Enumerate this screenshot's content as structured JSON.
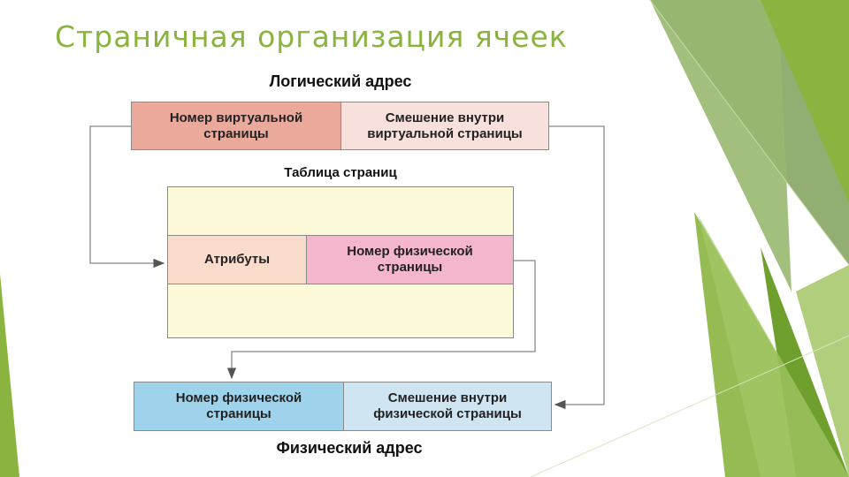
{
  "slide": {
    "title": "Страничная организация ячеек"
  },
  "diagram": {
    "logical_address_label": "Логический адрес",
    "virtual_page_number": "Номер виртуальной\nстраницы",
    "virtual_offset": "Смешение внутри\nвиртуальной страницы",
    "page_table_label": "Таблица страниц",
    "attributes": "Атрибуты",
    "table_physical_page_number": "Номер физической\nстраницы",
    "physical_page_number": "Номер физической\nстраницы",
    "physical_offset": "Смешение внутри\nфизической страницы",
    "physical_address_label": "Физический адрес"
  },
  "colors": {
    "title_green": "#8ab43f",
    "virtual_page_fill": "#eba99b",
    "virtual_offset_fill": "#f8e1dc",
    "page_table_fill": "#fcfad9",
    "attributes_fill": "#f9dccb",
    "table_ppn_fill": "#f4b6cc",
    "physical_page_fill": "#9fd3ec",
    "physical_offset_fill": "#cfe5f2"
  }
}
